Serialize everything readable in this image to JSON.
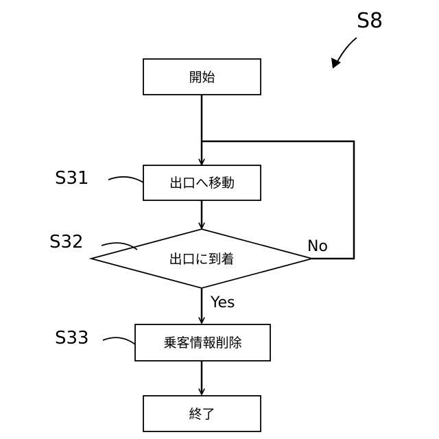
{
  "figure_label": "S8",
  "nodes": {
    "start": "開始",
    "move": "出口へ移動",
    "arrive": "出口に到着",
    "delete": "乗客情報削除",
    "end": "終了"
  },
  "step_labels": {
    "s31": "S31",
    "s32": "S32",
    "s33": "S33"
  },
  "branches": {
    "no": "No",
    "yes": "Yes"
  }
}
